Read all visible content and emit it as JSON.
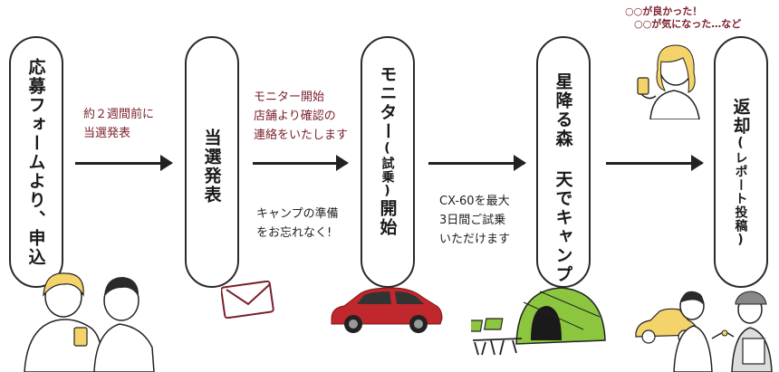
{
  "steps": [
    {
      "main": "応募フォームより、申込",
      "sub": ""
    },
    {
      "main": "当選発表",
      "sub": ""
    },
    {
      "main": "モニター",
      "sub": "(試乗)",
      "main2": "開始"
    },
    {
      "main": "星降る森 天でキャンプ",
      "sub": ""
    },
    {
      "main": "返却",
      "sub": "(レポート投稿)"
    }
  ],
  "notes": {
    "step1_to_2": [
      "約２週間前に",
      "当選発表"
    ],
    "step2_to_3_top": [
      "モニター開始",
      "店舗より確認の",
      "連絡をいたします"
    ],
    "step2_to_3_bottom": [
      "キャンプの準備",
      "をお忘れなく!"
    ],
    "step3_to_4": [
      "CX-60を最大",
      "3日間ご試乗",
      "いただけます"
    ]
  },
  "bubble": [
    "○○が良かった！",
    "○○が気になった…など"
  ],
  "colors": {
    "accent": "#7a1e2a",
    "stroke": "#2a2a2a",
    "car": "#c0282d",
    "tent": "#8cc63f"
  }
}
